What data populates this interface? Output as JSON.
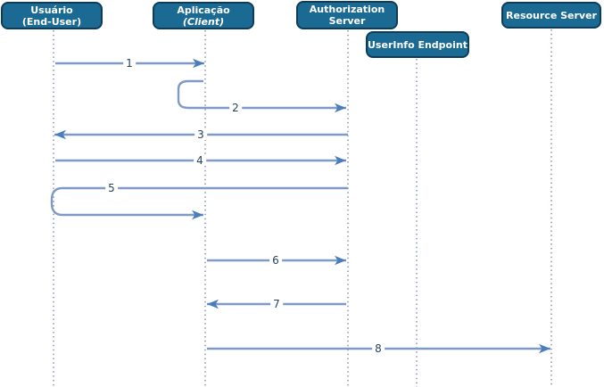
{
  "colors": {
    "header_fill": "#1b6a94",
    "header_border": "#0e3c58",
    "header_text": "#ffffff",
    "line": "#7f9ac7",
    "arrowhead": "#4a7dbc",
    "lifeline": "#8494b2",
    "label_text": "#27435c",
    "background": "#ffffff"
  },
  "actors": {
    "usuario": {
      "line1": "Usuário",
      "line2": "(End-User)"
    },
    "aplicacao": {
      "line1": "Aplicação",
      "line2": "(Client)"
    },
    "authorization_server": {
      "line1": "Authorization",
      "line2": "Server"
    },
    "userinfo_endpoint": {
      "line1": "UserInfo Endpoint"
    },
    "resource_server": {
      "line1": "Resource Server"
    }
  },
  "messages": {
    "m1": {
      "label": "1",
      "from": "usuario",
      "to": "aplicacao",
      "shape": "straight-right"
    },
    "m2": {
      "label": "2",
      "from": "aplicacao",
      "to": "authorization_server",
      "shape": "loop-back-then-right"
    },
    "m3": {
      "label": "3",
      "from": "authorization_server",
      "to": "usuario",
      "shape": "straight-left"
    },
    "m4": {
      "label": "4",
      "from": "usuario",
      "to": "authorization_server",
      "shape": "straight-right"
    },
    "m5": {
      "label": "5",
      "from": "authorization_server",
      "to": "aplicacao",
      "shape": "loop-around-usuario-then-right"
    },
    "m6": {
      "label": "6",
      "from": "aplicacao",
      "to": "authorization_server",
      "shape": "straight-right"
    },
    "m7": {
      "label": "7",
      "from": "authorization_server",
      "to": "aplicacao",
      "shape": "straight-left"
    },
    "m8": {
      "label": "8",
      "from": "aplicacao",
      "to": "resource_server",
      "shape": "straight-right"
    }
  }
}
